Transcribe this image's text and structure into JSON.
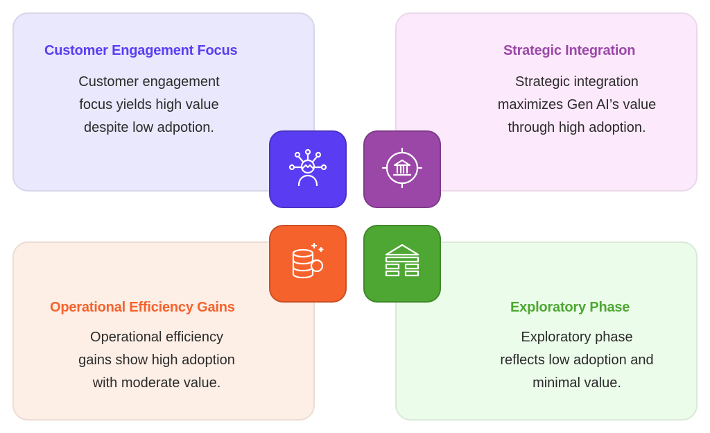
{
  "quadrants": {
    "top_left": {
      "title": "Customer Engagement Focus",
      "text": "Customer engagement\nfocus yields high value\ndespite low adpotion.",
      "title_color": "#5a3df2",
      "icon": "customer-network-icon"
    },
    "top_right": {
      "title": "Strategic Integration",
      "text": "Strategic integration\nmaximizes Gen AI’s value\nthrough high adoption.",
      "title_color": "#9b47a8",
      "icon": "bank-target-icon"
    },
    "bottom_left": {
      "title": "Operational Efficiency Gains",
      "text": "Operational efficiency\ngains show high adoption\nwith moderate value.",
      "title_color": "#f6622c",
      "icon": "database-sparkle-icon"
    },
    "bottom_right": {
      "title": "Exploratory Phase",
      "text": "Exploratory phase\nreflects low adoption and\nminimal value.",
      "title_color": "#4ea733",
      "icon": "structure-blocks-icon"
    }
  }
}
